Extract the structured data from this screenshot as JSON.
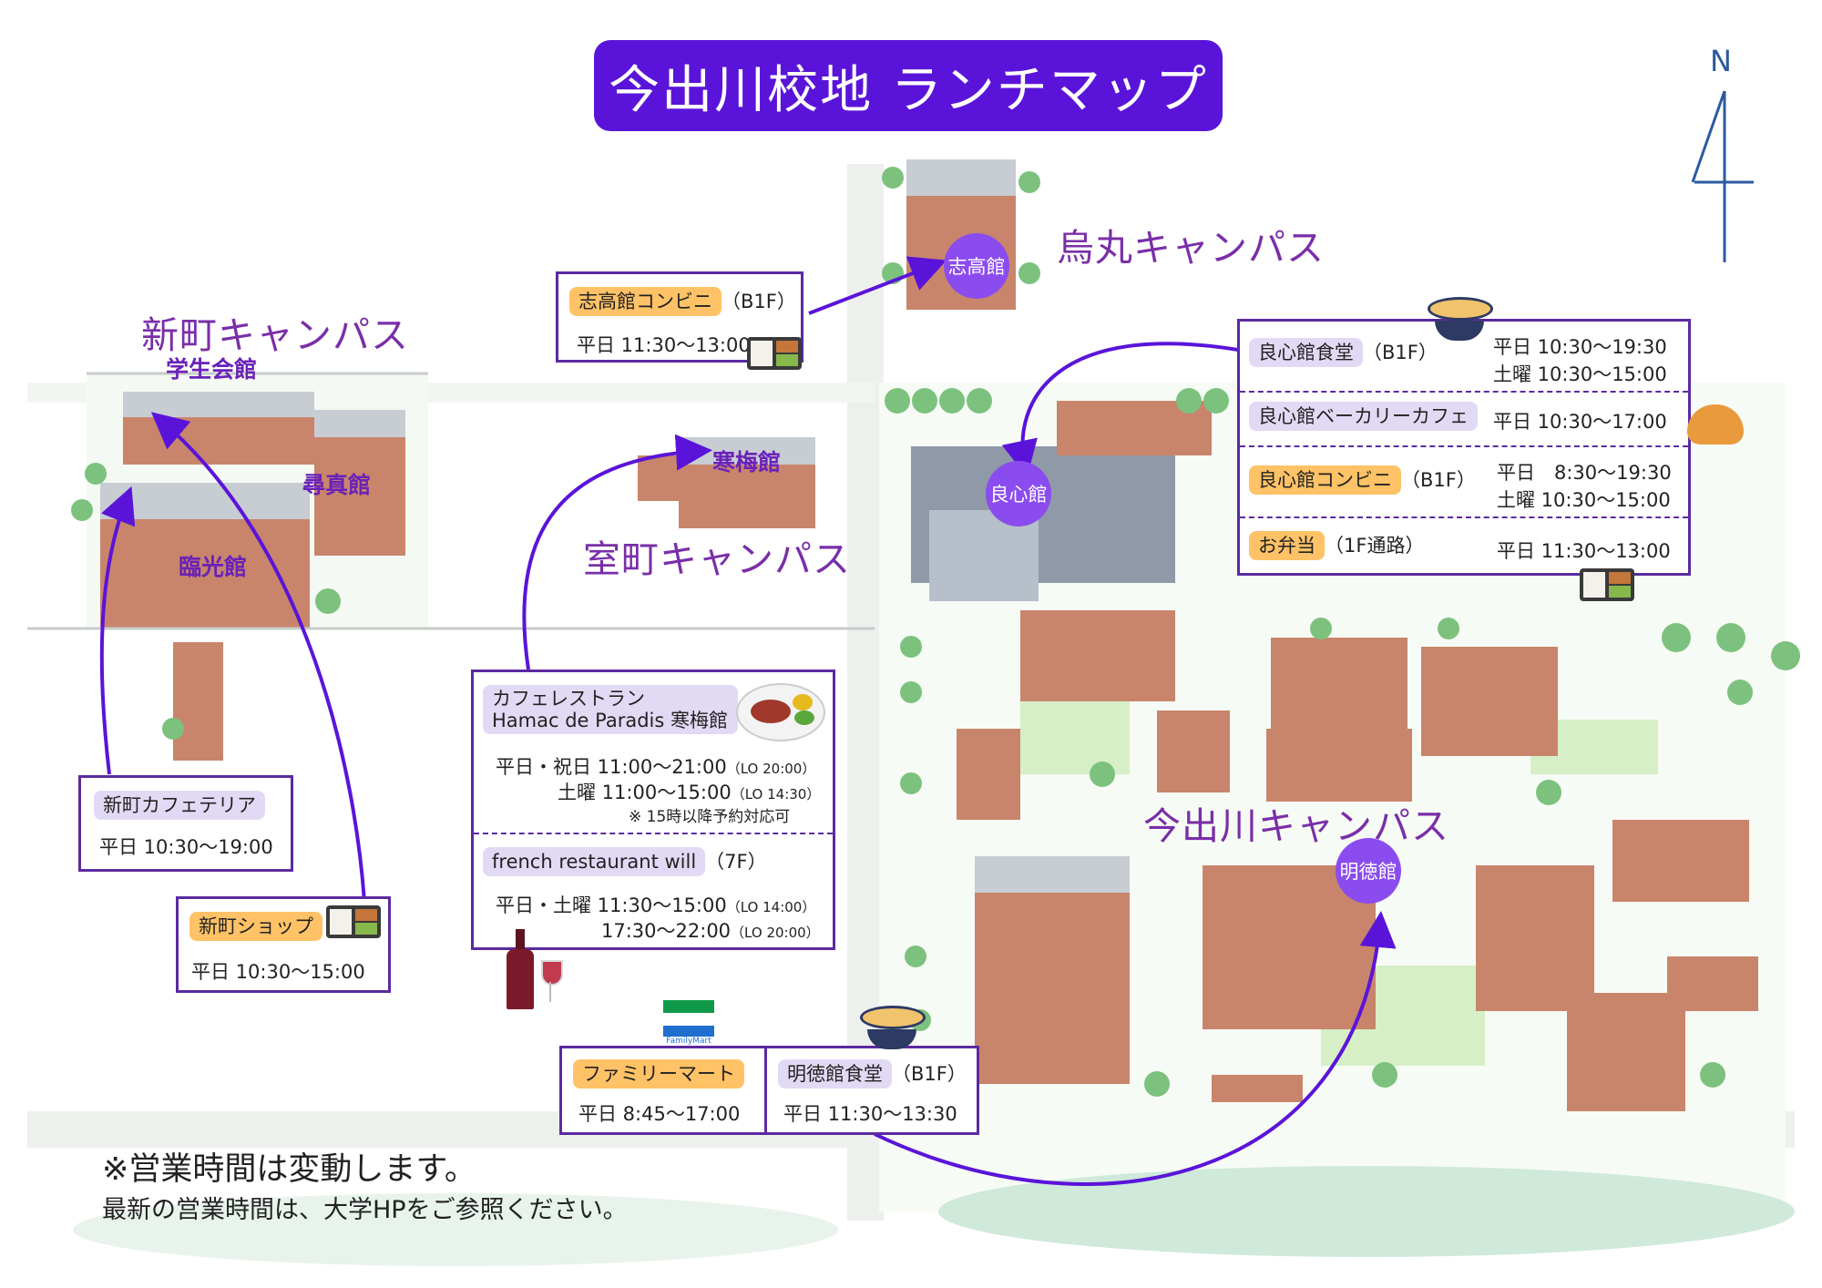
{
  "title": "今出川校地 ランチマップ",
  "north": "N",
  "colors": {
    "accent": "#5a14d9",
    "border": "#5b2aa0",
    "pin": "#8b4cef",
    "orange_tag": "#ffc266",
    "lavender_tag": "#e2daf4",
    "campus_text": "#7a2ea8"
  },
  "campuses": {
    "karasuma": "烏丸キャンパス",
    "shinmachi": "新町キャンパス",
    "muromachi": "室町キャンパス",
    "imadegawa": "今出川キャンパス"
  },
  "buildings": {
    "gakuseikaikan": "学生会館",
    "jinshinkan": "尋真館",
    "rinkokan": "臨光館",
    "kanbaikan": "寒梅館",
    "shikokan": "志高館",
    "ryoshinkan": "良心館",
    "meitokukan": "明徳館"
  },
  "cards": {
    "shikokan_conv": {
      "name": "志高館コンビニ",
      "floor": "（B1F）",
      "hours": "平日 11:30〜13:00",
      "icon": "bento-icon"
    },
    "ryoshinkan": {
      "rows": [
        {
          "name": "良心館食堂",
          "floor": "（B1F）",
          "hours1": "平日 10:30〜19:30",
          "hours2": "土曜 10:30〜15:00"
        },
        {
          "name": "良心館ベーカリーカフェ",
          "floor": "",
          "hours1": "平日 10:30〜17:00",
          "hours2": ""
        },
        {
          "name": "良心館コンビニ",
          "floor": "（B1F）",
          "hours1": "平日　8:30〜19:30",
          "hours2": "土曜 10:30〜15:00"
        },
        {
          "name": "お弁当",
          "floor": "（1F通路）",
          "hours1": "平日 11:30〜13:00",
          "hours2": ""
        }
      ],
      "icons": [
        "ramen-icon",
        "bread-icon",
        "bento-icon"
      ]
    },
    "kanbaikan": {
      "name_line1": "カフェレストラン",
      "name_line2": "Hamac de Paradis 寒梅館",
      "hours1": "平日・祝日 11:00〜21:00",
      "lo1": "（LO 20:00）",
      "hours2": "土曜 11:00〜15:00",
      "lo2": "（LO 14:30）",
      "note": "※ 15時以降予約対応可",
      "will_name": "french restaurant will",
      "will_floor": "（7F）",
      "will_hours1": "平日・土曜 11:30〜15:00",
      "will_lo1": "（LO 14:00）",
      "will_hours2": "17:30〜22:00",
      "will_lo2": "（LO 20:00）",
      "icons": [
        "steak-plate-icon",
        "wine-icon"
      ]
    },
    "shinmachi_cafeteria": {
      "name": "新町カフェテリア",
      "hours": "平日 10:30〜19:00"
    },
    "shinmachi_shop": {
      "name": "新町ショップ",
      "hours": "平日 10:30〜15:00",
      "icon": "bento-icon"
    },
    "familymart": {
      "name": "ファミリーマート",
      "hours": "平日 8:45〜17:00",
      "logo_text": "FamilyMart"
    },
    "meitokukan": {
      "name": "明徳館食堂",
      "floor": "（B1F）",
      "hours": "平日 11:30〜13:30",
      "icon": "ramen-icon"
    }
  },
  "notes": {
    "line1": "※営業時間は変動します。",
    "line2": "最新の営業時間は、大学HPをご参照ください。"
  }
}
